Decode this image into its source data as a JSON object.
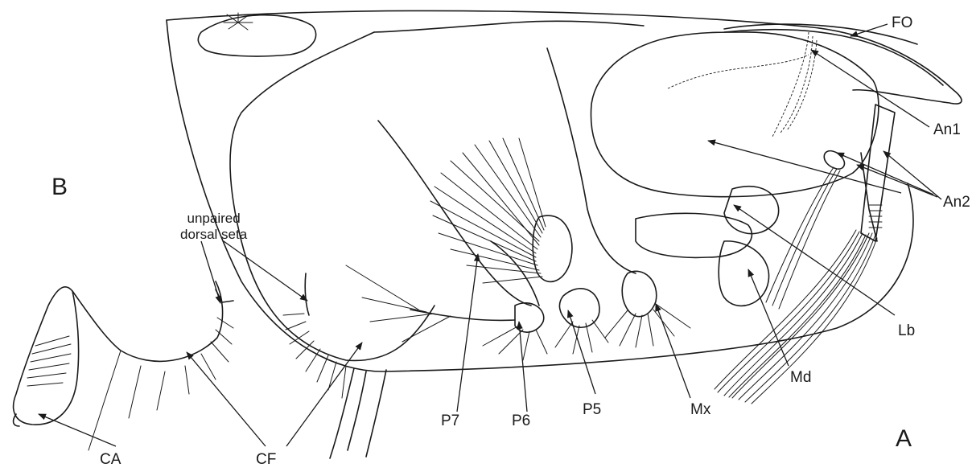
{
  "panels": {
    "a": "A",
    "b": "B"
  },
  "labels": {
    "fo": "FO",
    "an1": "An1",
    "an2": "An2",
    "lb": "Lb",
    "md": "Md",
    "mx": "Mx",
    "p5": "P5",
    "p6": "P6",
    "p7": "P7",
    "cf_left": "CF",
    "ca": "CA",
    "unpaired_line1": "unpaired",
    "unpaired_line2": "dorsal seta"
  },
  "colors": {
    "ink": "#1a1a1a",
    "background": "#ffffff"
  }
}
